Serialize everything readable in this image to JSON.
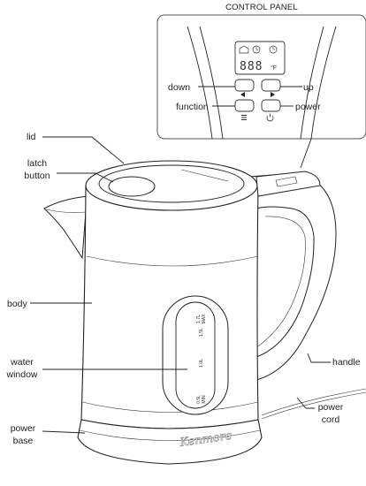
{
  "panel": {
    "title": "CONTROL PANEL",
    "display_digits": "888",
    "display_unit": "°F"
  },
  "labels": {
    "down": "down",
    "up": "up",
    "function": "function",
    "power": "power",
    "lid": "lid",
    "latch_line1": "latch",
    "latch_line2": "button",
    "body": "body",
    "water_line1": "water",
    "water_line2": "window",
    "handle": "handle",
    "cord_line1": "power",
    "cord_line2": "cord",
    "base_line1": "power",
    "base_line2": "base"
  },
  "window_marks": {
    "max_value": "1.7L",
    "max_word": "MAX",
    "m15": "1.5L",
    "m10": "1.0L",
    "min_value": "0.5L",
    "min_word": "MIN"
  },
  "brand": "Kenmore",
  "icons": [
    "kettle-icon",
    "clock-icon",
    "timer-icon",
    "arrow-left-icon",
    "arrow-right-icon",
    "menu-icon",
    "power-icon"
  ]
}
